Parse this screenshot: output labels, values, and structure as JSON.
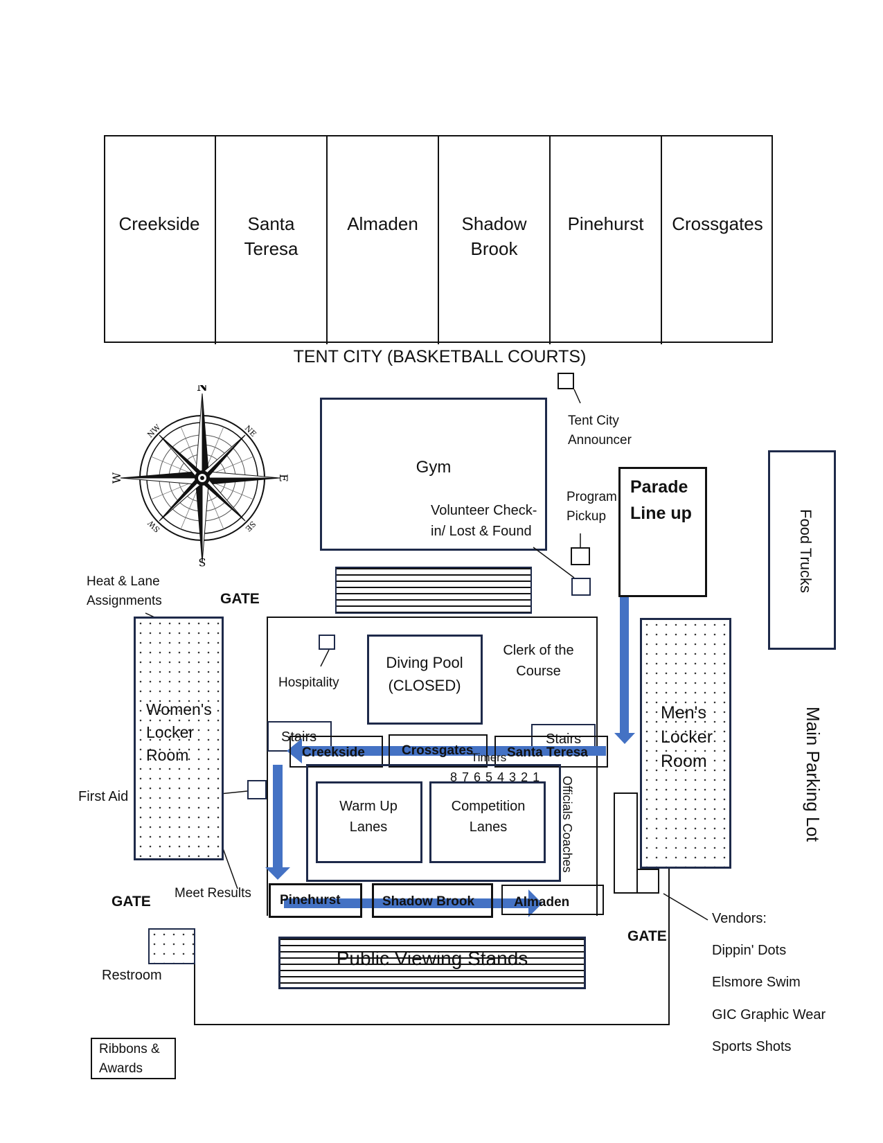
{
  "tent_city": {
    "teams": [
      "Creekside",
      "Santa Teresa",
      "Almaden",
      "Shadow Brook",
      "Pinehurst",
      "Crossgates"
    ],
    "label": "TENT CITY (BASKETBALL COURTS)"
  },
  "compass": {
    "n": "N",
    "s": "S",
    "e": "E",
    "w": "W",
    "ne": "NE",
    "nw": "NW",
    "se": "SE",
    "sw": "SW"
  },
  "buildings": {
    "gym": "Gym",
    "volunteer": "Volunteer Check-in/ Lost & Found",
    "tent_city_announcer": "Tent City Announcer",
    "program_pickup": "Program Pickup",
    "parade_lineup": "Parade Line up",
    "food_trucks": "Food Trucks",
    "main_parking_lot": "Main Parking Lot"
  },
  "pool_area": {
    "heat_lane": "Heat & Lane Assignments",
    "gate_top": "GATE",
    "hospitality": "Hospitality",
    "diving_pool": "Diving Pool (CLOSED)",
    "clerk": "Clerk of the Course",
    "womens_locker": "Women's Locker Room",
    "mens_locker": "Men's Locker Room",
    "stairs_left": "Stairs",
    "stairs_right": "Stairs",
    "timers": "Timers",
    "lanes": "8 7 6 5 4 3 2 1",
    "warm_up": "Warm Up Lanes",
    "competition": "Competition Lanes",
    "officials_coaches": "Officials Coaches",
    "first_aid": "First Aid",
    "meet_results": "Meet Results",
    "gate_left": "GATE",
    "gate_right": "GATE",
    "restroom": "Restroom",
    "ribbons": "Ribbons & Awards",
    "public_stands": "Public Viewing Stands"
  },
  "seating": {
    "top_row": [
      "Creekside",
      "Crossgates",
      "Santa Teresa"
    ],
    "bottom_row": [
      "Pinehurst",
      "Shadow Brook",
      "Almaden"
    ]
  },
  "vendors": {
    "title": "Vendors:",
    "items": [
      "Dippin' Dots",
      "Elsmore Swim",
      "GIC Graphic Wear",
      "Sports Shots"
    ]
  },
  "colors": {
    "arrow": "#4472c4",
    "navy": "#1e2a4a"
  }
}
